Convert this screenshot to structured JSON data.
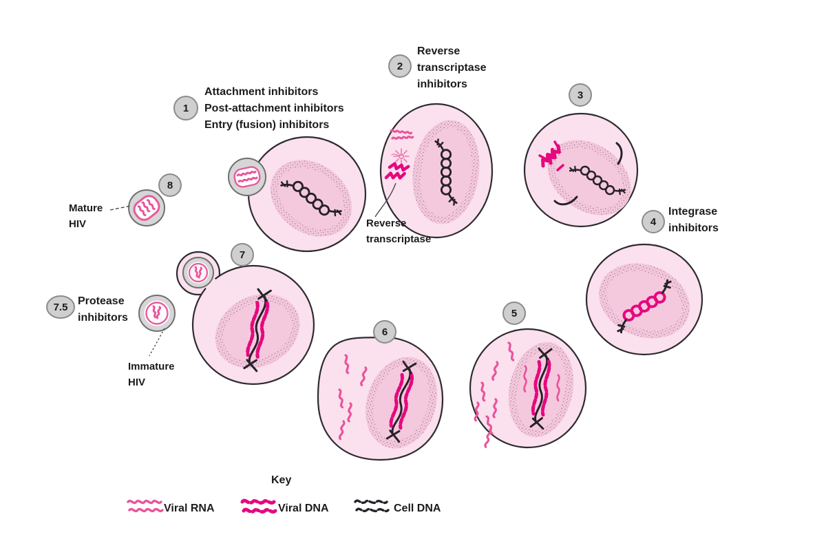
{
  "diagram": {
    "steps": {
      "s1": {
        "num": "1",
        "lines": [
          "Attachment inhibitors",
          "Post-attachment inhibitors",
          "Entry (fusion) inhibitors"
        ]
      },
      "s2": {
        "num": "2",
        "lines": [
          "Reverse",
          "transcriptase",
          "inhibitors"
        ]
      },
      "s3": {
        "num": "3"
      },
      "s4": {
        "num": "4",
        "lines": [
          "Integrase",
          "inhibitors"
        ]
      },
      "s5": {
        "num": "5"
      },
      "s6": {
        "num": "6"
      },
      "s7": {
        "num": "7"
      },
      "s7_5": {
        "num": "7.5",
        "lines": [
          "Protease",
          "inhibitors"
        ]
      },
      "s8": {
        "num": "8"
      }
    },
    "annotations": {
      "reverse_transcriptase": {
        "lines": [
          "Reverse",
          "transcriptase"
        ]
      },
      "mature_hiv": {
        "lines": [
          "Mature",
          "HIV"
        ]
      },
      "immature_hiv": {
        "lines": [
          "Immature",
          "HIV"
        ]
      }
    },
    "key": {
      "title": "Key",
      "items": [
        {
          "label": "Viral RNA"
        },
        {
          "label": "Viral DNA"
        },
        {
          "label": "Cell DNA"
        }
      ]
    },
    "colors": {
      "viral_rna": "#e8549b",
      "viral_dna": "#e5087e",
      "cell_dna": "#26222a",
      "cytoplasm": "#fbe0ee",
      "nucleus": "#f5c9dd",
      "badge_fill": "#cfcfcf",
      "badge_stroke": "#8b8b8b"
    }
  }
}
